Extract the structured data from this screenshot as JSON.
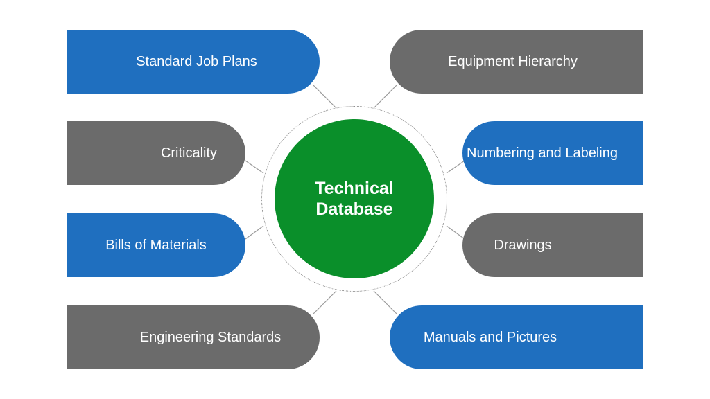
{
  "colors": {
    "blue": "#1f6fbf",
    "gray": "#6b6b6b",
    "green": "#0a8f2a",
    "connector": "#9a9a9a"
  },
  "center": {
    "label": "Technical Database"
  },
  "nodes": {
    "standard_job_plans": {
      "label": "Standard Job Plans",
      "color": "blue"
    },
    "criticality": {
      "label": "Criticality",
      "color": "gray"
    },
    "bills_of_materials": {
      "label": "Bills of Materials",
      "color": "blue"
    },
    "engineering_standards": {
      "label": "Engineering Standards",
      "color": "gray"
    },
    "equipment_hierarchy": {
      "label": "Equipment Hierarchy",
      "color": "gray"
    },
    "numbering_and_labeling": {
      "label": "Numbering and Labeling",
      "color": "blue"
    },
    "drawings": {
      "label": "Drawings",
      "color": "gray"
    },
    "manuals_and_pictures": {
      "label": "Manuals and Pictures",
      "color": "blue"
    }
  }
}
